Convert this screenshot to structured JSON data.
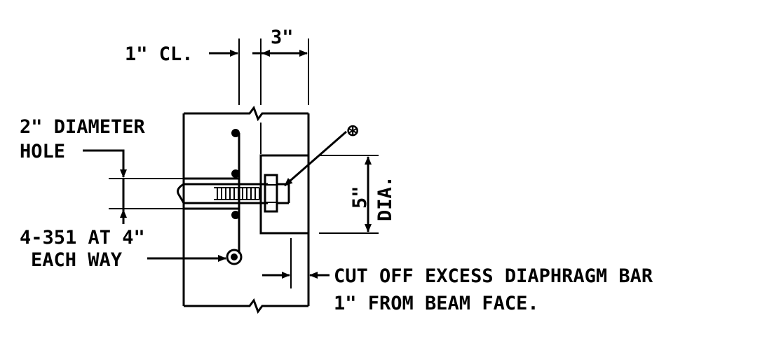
{
  "labels": {
    "clear_cover": "1\" CL.",
    "spacing": "3\"",
    "hole_line1": "2\" DIAMETER",
    "hole_line2": "HOLE",
    "bars_line1": "4-351 AT 4\"",
    "bars_line2": "EACH WAY",
    "washer_dim": "5\"",
    "washer_dia": "DIA.",
    "cutoff_line1": "CUT OFF EXCESS DIAPHRAGM BAR",
    "cutoff_line2": "1\" FROM BEAM FACE."
  },
  "symbols": {
    "note_marker": "⊛"
  }
}
